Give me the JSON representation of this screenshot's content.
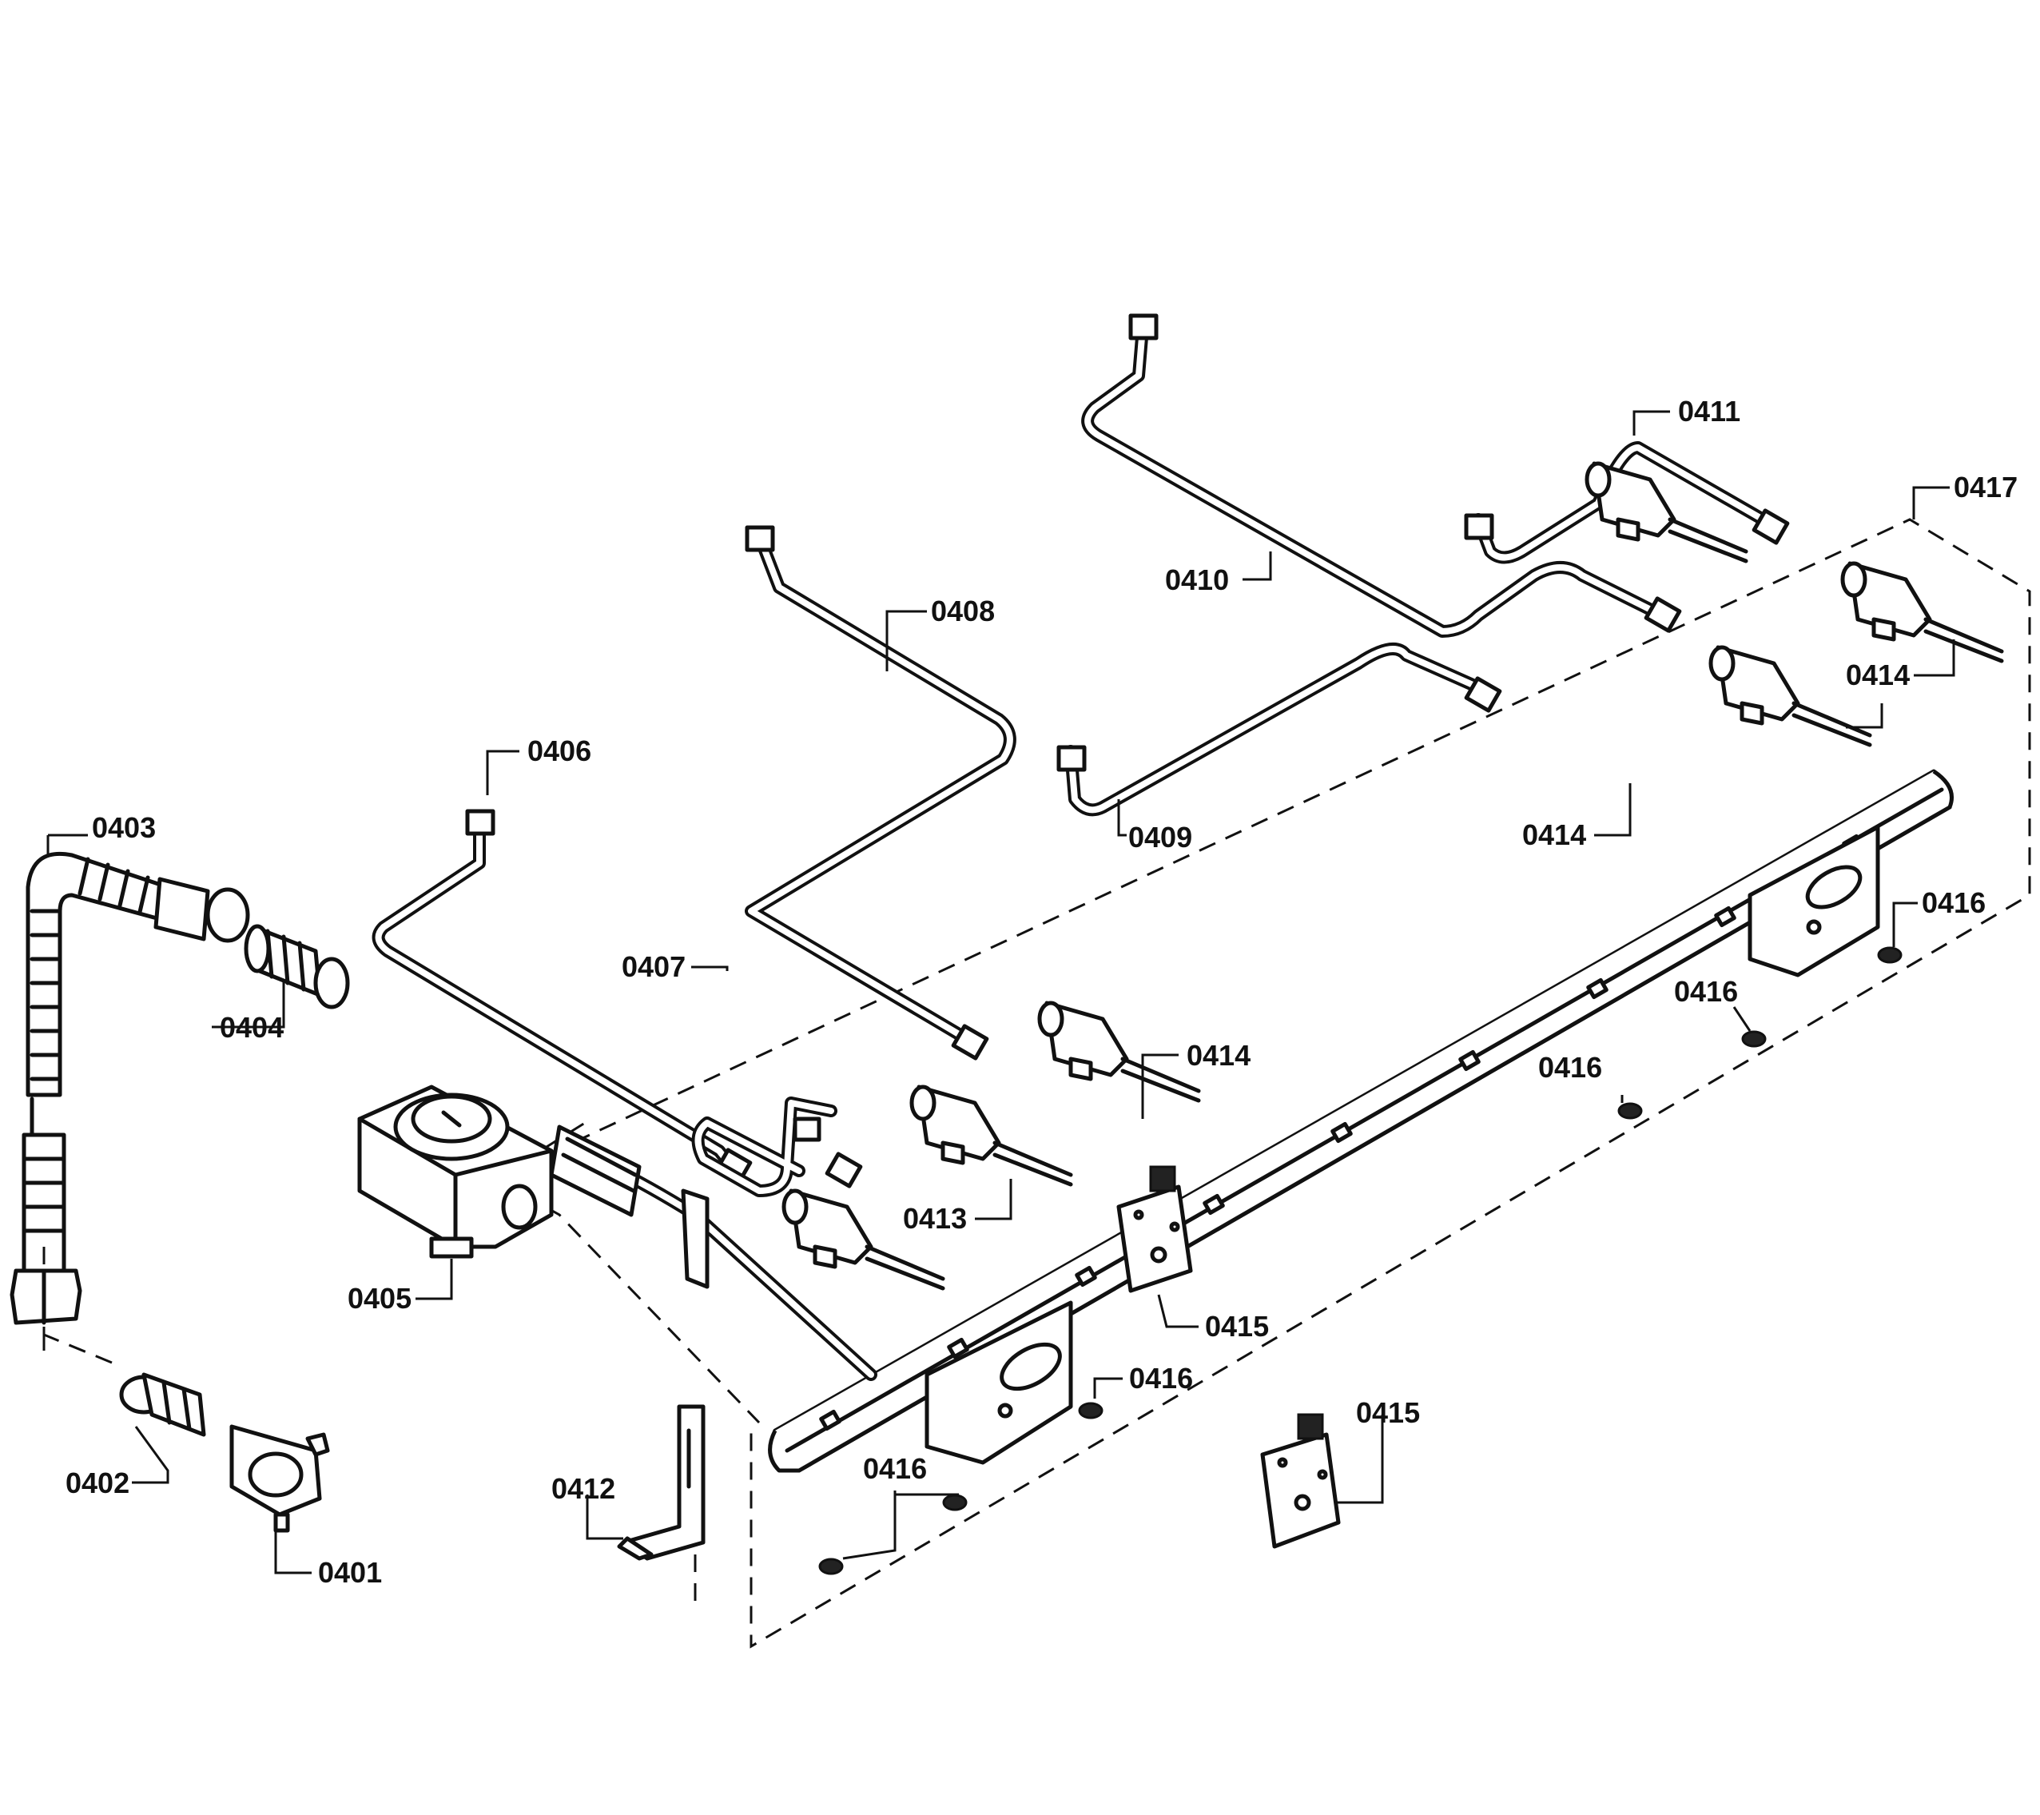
{
  "labels": {
    "l0401": "0401",
    "l0402": "0402",
    "l0403": "0403",
    "l0404": "0404",
    "l0405": "0405",
    "l0406": "0406",
    "l0407": "0407",
    "l0408": "0408",
    "l0409": "0409",
    "l0410": "0410",
    "l0411": "0411",
    "l0412": "0412",
    "l0413": "0413",
    "l0414a": "0414",
    "l0414b": "0414",
    "l0414c": "0414",
    "l0415a": "0415",
    "l0415b": "0415",
    "l0416a": "0416",
    "l0416b": "0416",
    "l0416c": "0416",
    "l0416d": "0416",
    "l0416e": "0416",
    "l0417": "0417"
  },
  "icons": {
    "manifold": "manifold-rail-icon",
    "regulator": "pressure-regulator-icon",
    "valve": "gas-valve-icon",
    "igniter": "spark-module-icon",
    "screw": "screw-icon"
  }
}
